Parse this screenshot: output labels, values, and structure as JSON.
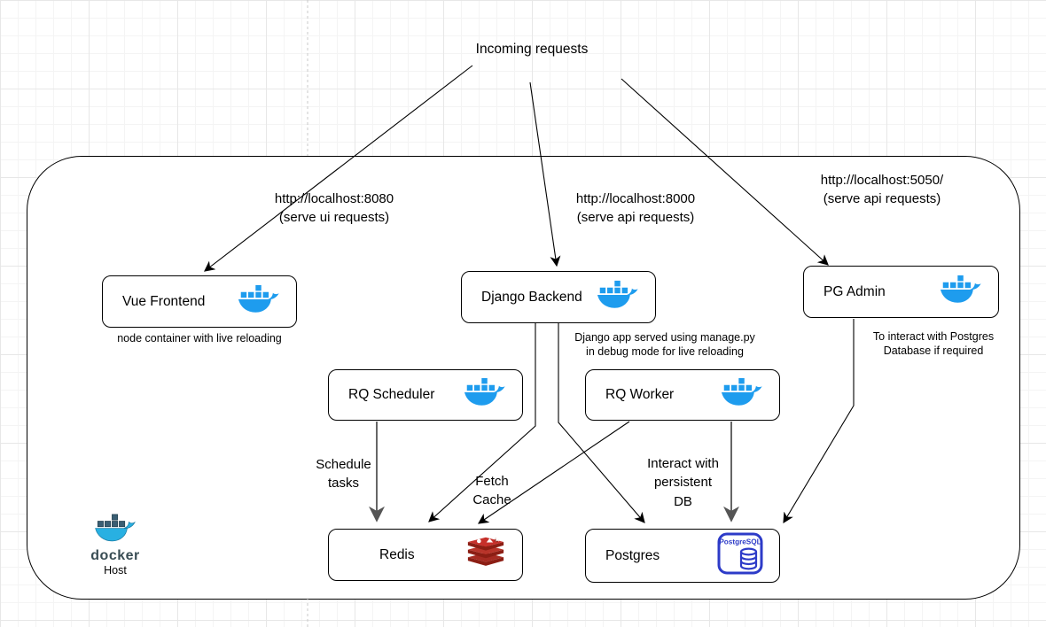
{
  "diagram_title": "Incoming requests",
  "colors": {
    "docker_blue": "#1e9cee",
    "redis_dark": "#8c1e14",
    "redis_light": "#c6302b",
    "postgres_blue": "#2d3bc8",
    "edge_black": "#000000",
    "edge_gray": "#666666",
    "docker_wordmark": "#394d54"
  },
  "edge_labels": {
    "ui": "http://localhost:8080\n(serve ui requests)",
    "api": "http://localhost:8000\n(serve api requests)",
    "pgadmin": "http://localhost:5050/\n(serve api requests)",
    "schedule": "Schedule\ntasks",
    "fetch": "Fetch\nCache",
    "interact": "Interact with\npersistent\nDB"
  },
  "nodes": {
    "vue": {
      "label": "Vue Frontend",
      "caption": "node container with live reloading"
    },
    "django": {
      "label": "Django Backend",
      "caption": "Django app served using manage.py\nin debug mode for live reloading"
    },
    "pgadmin": {
      "label": "PG Admin",
      "caption": "To interact with Postgres\nDatabase if required"
    },
    "rq_scheduler": {
      "label": "RQ Scheduler"
    },
    "rq_worker": {
      "label": "RQ Worker"
    },
    "redis": {
      "label": "Redis"
    },
    "postgres": {
      "label": "Postgres",
      "icon_text": "PostgreSQL"
    }
  },
  "host": {
    "brand": "docker",
    "label": "Host"
  }
}
